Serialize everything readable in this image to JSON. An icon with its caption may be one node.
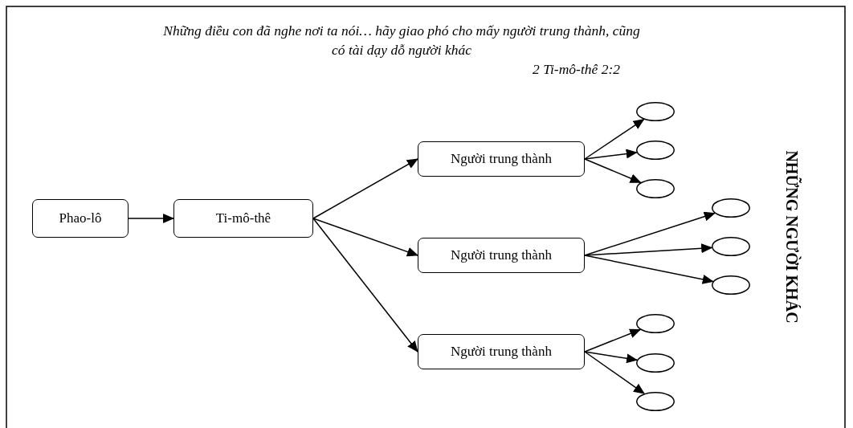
{
  "diagram": {
    "title": "Những điều con đã nghe nơi ta nói… hãy giao phó cho mấy người trung thành, cũng có tài dạy dỗ người khác",
    "nodes": [
      {
        "text": [
          "Phao-lô"
        ]
      },
      {
        "text": [
          "Ti-mô-thê"
        ]
      },
      {
        "text": [
          "Người trung thành"
        ]
      },
      {
        "text": [
          "Người trung thành"
        ]
      },
      {
        "text": [
          "Người trung thành"
        ]
      },
      {
        "text": [],
        "shape": "ellipse"
      },
      {
        "text": [],
        "shape": "ellipse"
      },
      {
        "text": [],
        "shape": "ellipse"
      },
      {
        "text": [],
        "shape": "ellipse"
      },
      {
        "text": [],
        "shape": "ellipse"
      },
      {
        "text": [],
        "shape": "ellipse"
      },
      {
        "text": [],
        "shape": "ellipse"
      },
      {
        "text": [],
        "shape": "ellipse"
      },
      {
        "text": [],
        "shape": "ellipse"
      }
    ],
    "edges": [
      {
        "from": 0,
        "to": 1,
        "arrow": "to"
      },
      {
        "from": 1,
        "to": 2,
        "arrow": "to"
      },
      {
        "from": 1,
        "to": 3,
        "arrow": "to"
      },
      {
        "from": 1,
        "to": 4,
        "arrow": "to"
      },
      {
        "from": 2,
        "to": 5,
        "arrow": "to"
      },
      {
        "from": 2,
        "to": 6,
        "arrow": "to"
      },
      {
        "from": 2,
        "to": 7,
        "arrow": "to"
      },
      {
        "from": 3,
        "to": 8,
        "arrow": "to"
      },
      {
        "from": 3,
        "to": 9,
        "arrow": "to"
      },
      {
        "from": 3,
        "to": 10,
        "arrow": "to"
      },
      {
        "from": 4,
        "to": 11,
        "arrow": "to"
      },
      {
        "from": 4,
        "to": 12,
        "arrow": "to"
      },
      {
        "from": 4,
        "to": 13,
        "arrow": "to"
      }
    ],
    "labels": [
      "2 Ti-mô-thê 2:2",
      "NHỮNG NGƯỜI KHÁC"
    ]
  }
}
